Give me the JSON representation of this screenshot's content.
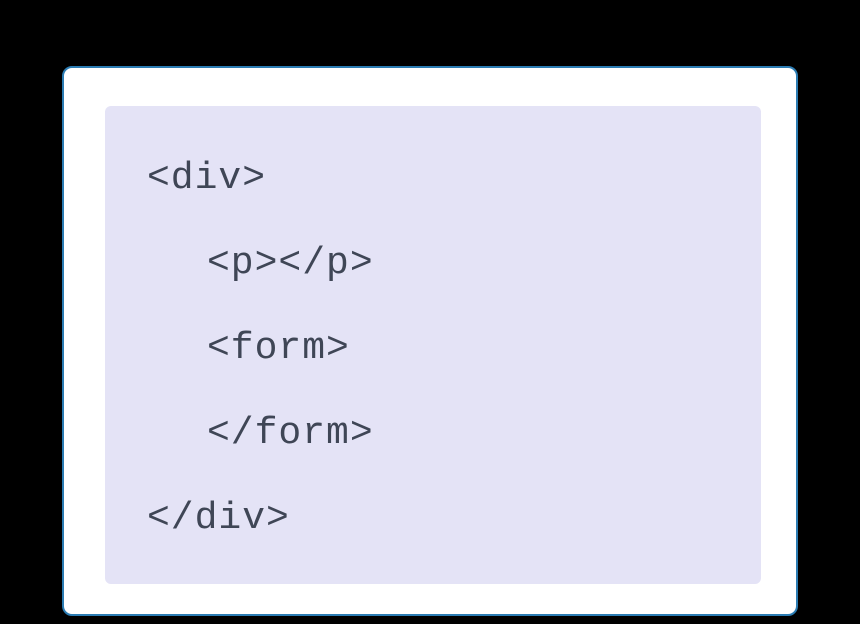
{
  "canvas": {
    "background_color": "#000000"
  },
  "card": {
    "background_color": "#ffffff",
    "border_color": "#2b7cb3"
  },
  "code_block": {
    "background_color": "#e4e3f6",
    "text_color": "#3f4656",
    "language": "html",
    "lines": [
      {
        "indent": 0,
        "text": "<div>"
      },
      {
        "indent": 1,
        "text": "<p></p>"
      },
      {
        "indent": 1,
        "text": "<form>"
      },
      {
        "indent": 1,
        "text": "</form>"
      },
      {
        "indent": 0,
        "text": "</div>"
      }
    ]
  }
}
